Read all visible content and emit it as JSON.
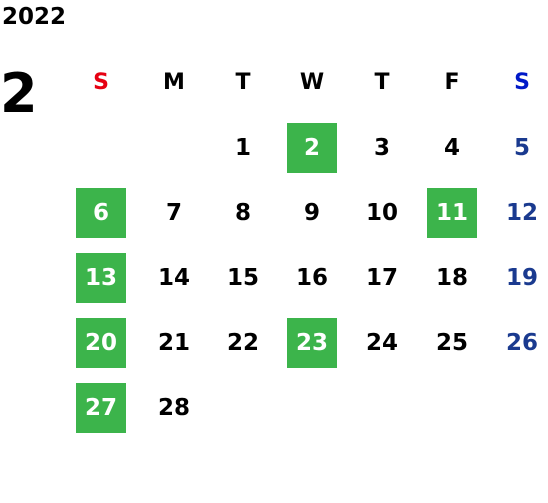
{
  "year": "2022",
  "month": "2",
  "colors": {
    "highlight": "#3cb44b",
    "sunday_header": "#e60012",
    "saturday_header": "#0019c8",
    "saturday_day": "#1a3a8f",
    "default": "#000000"
  },
  "weekday_headers": [
    "S",
    "M",
    "T",
    "W",
    "T",
    "F",
    "S"
  ],
  "weeks": [
    [
      null,
      null,
      "1",
      "2",
      "3",
      "4",
      "5"
    ],
    [
      "6",
      "7",
      "8",
      "9",
      "10",
      "11",
      "12"
    ],
    [
      "13",
      "14",
      "15",
      "16",
      "17",
      "18",
      "19"
    ],
    [
      "20",
      "21",
      "22",
      "23",
      "24",
      "25",
      "26"
    ],
    [
      "27",
      "28",
      null,
      null,
      null,
      null,
      null
    ]
  ],
  "highlighted_days": [
    "2",
    "6",
    "11",
    "13",
    "20",
    "23",
    "27"
  ]
}
